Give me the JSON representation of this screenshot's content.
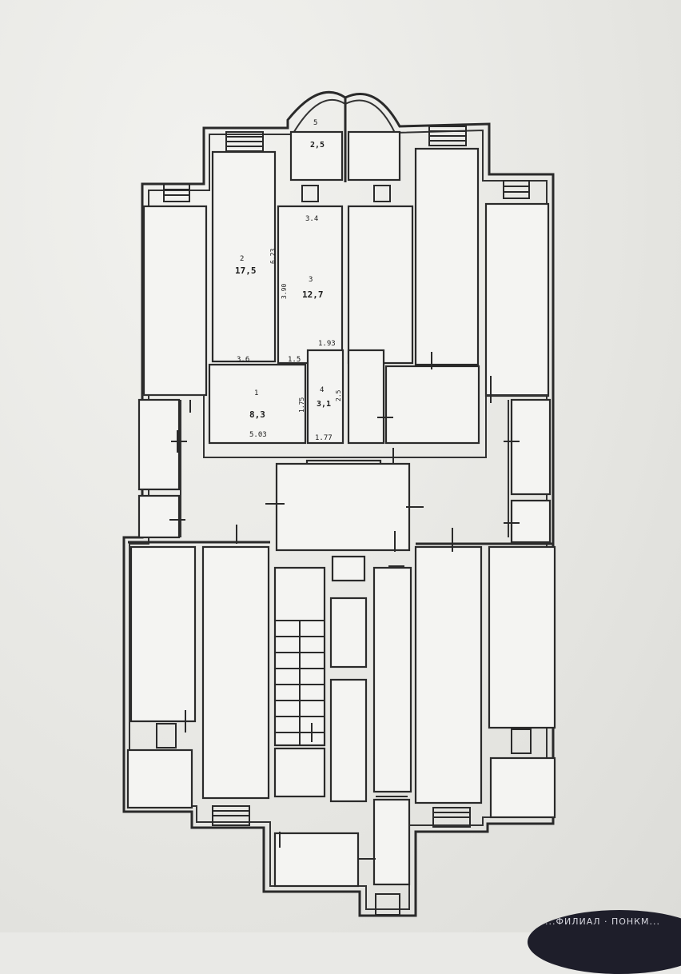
{
  "plan": {
    "rooms": [
      {
        "id": "room-1",
        "number": "1",
        "area": "8,3",
        "width": "5.03"
      },
      {
        "id": "room-2",
        "number": "2",
        "area": "17,5",
        "dim": "6.23"
      },
      {
        "id": "room-3",
        "number": "3",
        "area": "12,7",
        "dim": "3.90"
      },
      {
        "id": "room-4",
        "number": "4",
        "area": "3,1",
        "dim": "1.75"
      },
      {
        "id": "room-5",
        "number": "5",
        "area": "2,5"
      }
    ],
    "dims": {
      "top_width": "3.4",
      "mid_a": "3.6",
      "mid_b": "1.5",
      "mid_c": "1.93",
      "bot_b": "1.77",
      "side_b": "2.5"
    }
  },
  "stamp": {
    "text": "...ФИЛИАЛ · ПОНКМ..."
  },
  "colors": {
    "paper": "#ecece9",
    "ink": "#2a2a2a",
    "stamp": "#1e1e2a"
  }
}
